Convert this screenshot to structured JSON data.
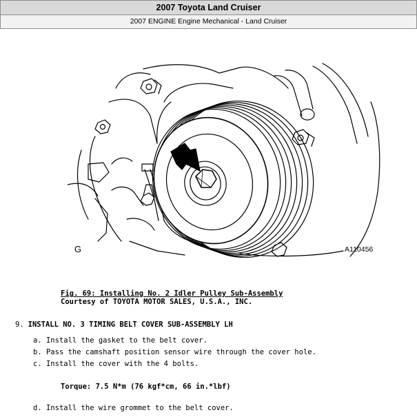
{
  "header": {
    "title": "2007 Toyota Land Cruiser",
    "subtitle": "2007 ENGINE Engine Mechanical - Land Cruiser"
  },
  "figure": {
    "letter": "G",
    "code": "A110456"
  },
  "caption": {
    "title": "Fig. 69: Installing No. 2 Idler Pulley Sub-Assembly",
    "courtesy": "Courtesy of TOYOTA MOTOR SALES, U.S.A., INC."
  },
  "step": {
    "number": "9.",
    "title": "INSTALL NO. 3 TIMING BELT COVER SUB-ASSEMBLY LH"
  },
  "substeps": [
    {
      "letter": "a.",
      "text": "Install the gasket to the belt cover."
    },
    {
      "letter": "b.",
      "text": "Pass the camshaft position sensor wire through the cover hole."
    },
    {
      "letter": "c.",
      "text": "Install the cover with the 4 bolts."
    },
    {
      "letter": "d.",
      "text": "Install the wire grommet to the belt cover."
    }
  ],
  "torque": "Torque: 7.5 N*m (76 kgf*cm, 66 in.*lbf)"
}
